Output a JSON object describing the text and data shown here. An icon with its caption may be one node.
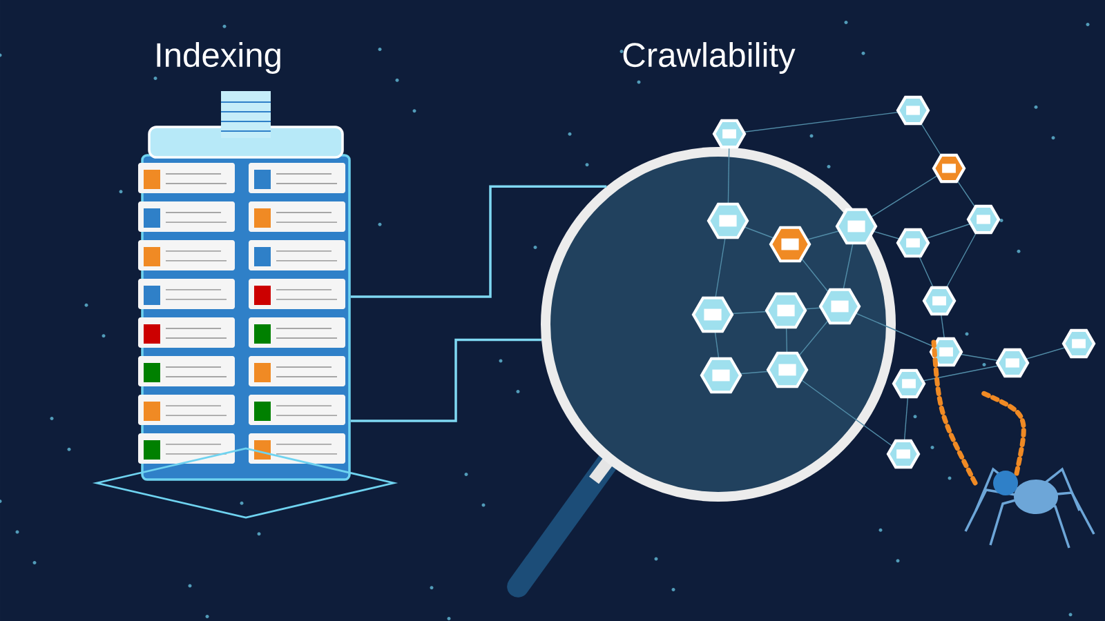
{
  "diagram": {
    "nodes": [
      {
        "text": [],
        "shape": "picture",
        "beside": [
          "Indexing"
        ]
      },
      {
        "text": [],
        "shape": "picture",
        "beside": [
          "Crawlability"
        ]
      }
    ],
    "edges": [
      {
        "from": 0,
        "to": 1,
        "arrow": "none"
      },
      {
        "from": 0,
        "to": 1,
        "arrow": "none"
      }
    ]
  }
}
